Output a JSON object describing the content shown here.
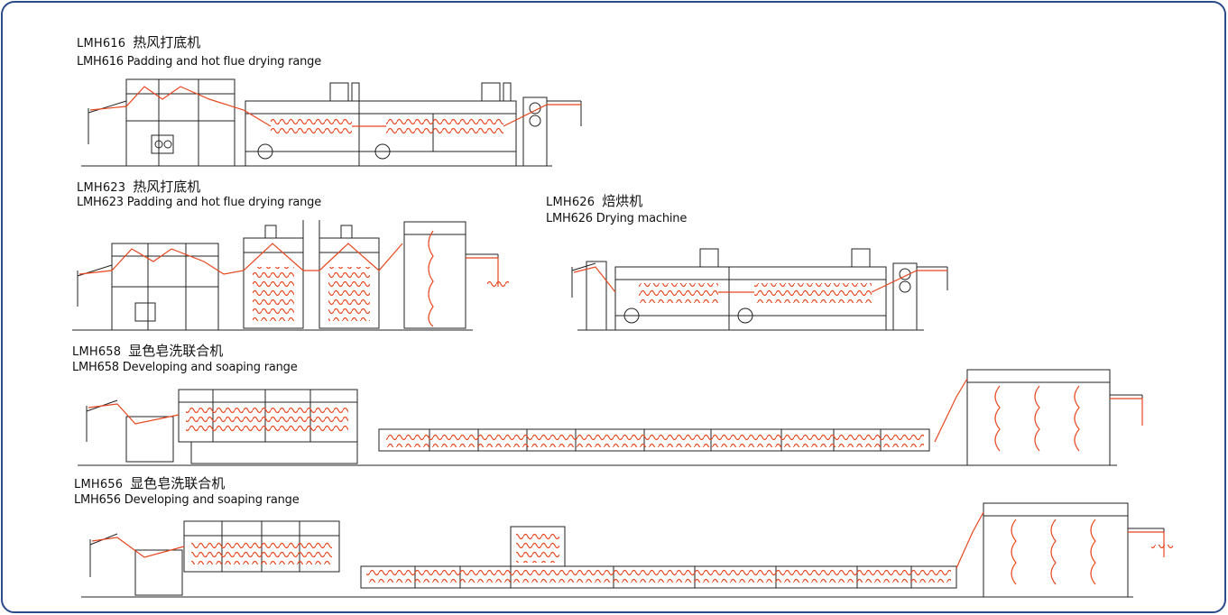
{
  "lines": [
    {
      "code": "LMH616",
      "cn": "热风打底机",
      "en": "LMH616 Padding and hot flue drying range"
    },
    {
      "code": "LMH623",
      "cn": "热风打底机",
      "en": "LMH623 Padding and hot flue drying range"
    },
    {
      "code": "LMH626",
      "cn": "焙烘机",
      "en": "LMH626 Drying machine"
    },
    {
      "code": "LMH658",
      "cn": "显色皂洗联合机",
      "en": "LMH658 Developing and soaping range"
    },
    {
      "code": "LMH656",
      "cn": "显色皂洗联合机",
      "en": "LMH656 Developing and soaping range"
    }
  ],
  "colors": {
    "frame": "#2b4a8a",
    "line": "#222222",
    "fabric": "#e8461e"
  }
}
